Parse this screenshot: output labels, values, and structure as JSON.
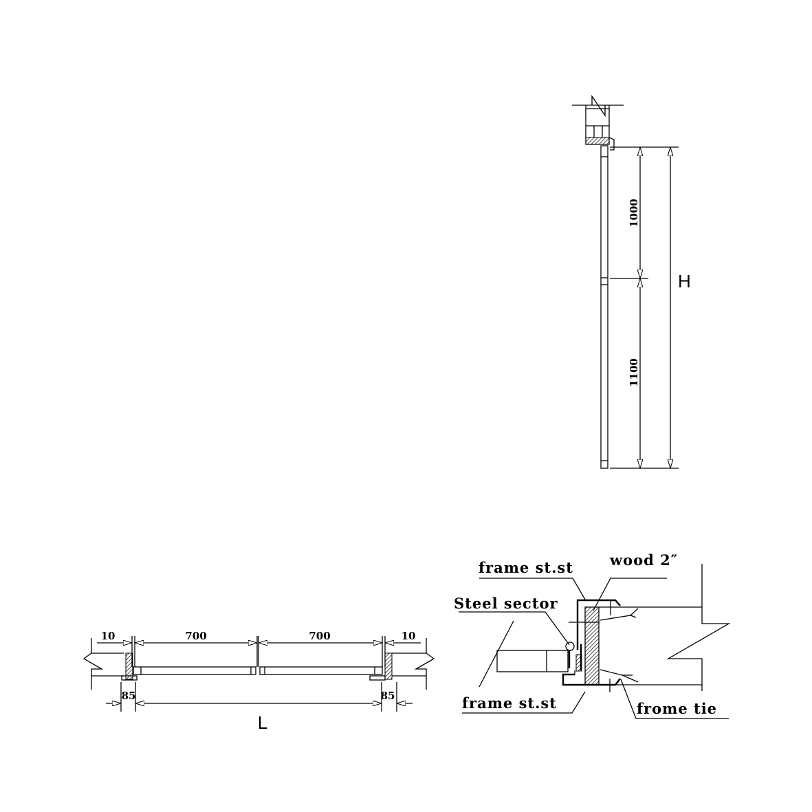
{
  "elevation": {
    "dim_upper": "1000",
    "dim_lower": "1100",
    "dim_total": "H"
  },
  "plan": {
    "dim_left_gap": "10",
    "dim_leaf_left": "700",
    "dim_leaf_right": "700",
    "dim_right_gap": "10",
    "dim_left_frame": "85",
    "dim_right_frame": "85",
    "dim_total": "L"
  },
  "detail": {
    "frame_top_label": "frame st.st",
    "wood_label": "wood 2″",
    "steel_sector_label": "Steel sector",
    "frame_bottom_label": "frame st.st",
    "tie_label": "frome tie"
  }
}
